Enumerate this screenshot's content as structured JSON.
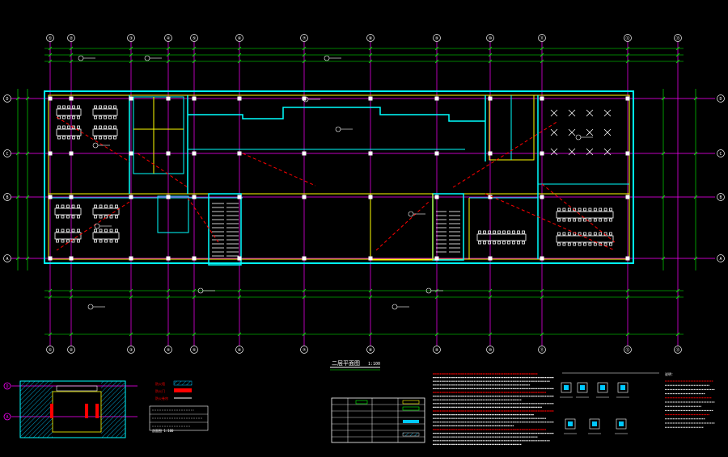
{
  "drawing": {
    "axes_cols": [
      "①",
      "②",
      "③",
      "④",
      "⑤",
      "⑥",
      "⑦",
      "⑧",
      "⑨",
      "⑩",
      "⑪",
      "⑫",
      "⑬",
      "⑭"
    ],
    "axes_rows": [
      "D",
      "C",
      "B",
      "A"
    ],
    "plan_title": "二层平面图",
    "plan_scale": "1:100",
    "section_rows": [
      "D",
      "A"
    ],
    "section_title": "剖面图 1:100",
    "legend_rows": [
      {
        "mark": "防火墙"
      },
      {
        "mark": "防火门"
      },
      {
        "mark": "防火卷帘"
      }
    ],
    "notes_heading": "说明："
  },
  "colors": {
    "background": "#000000",
    "axis_line": "#ff00ff",
    "dimension": "#00ff00",
    "wall": "#00ffff",
    "wall_inner": "#ffff00",
    "furniture": "#ffffff",
    "fire_route": "#ff0000",
    "text_main": "#ffffff",
    "hatch": "#00c8ff"
  }
}
